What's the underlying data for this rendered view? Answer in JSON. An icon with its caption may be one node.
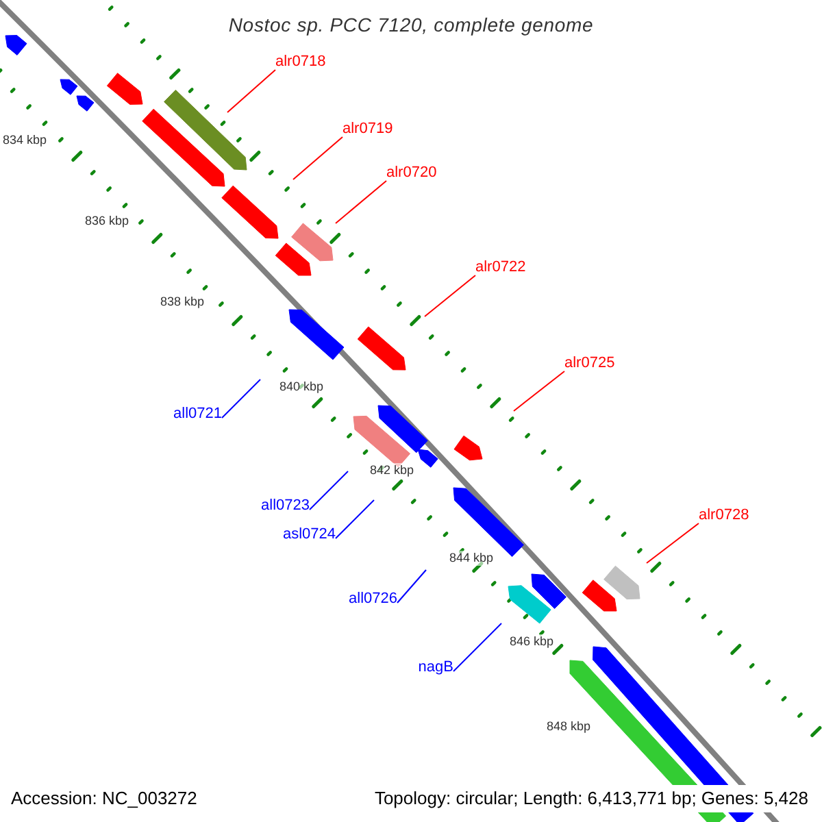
{
  "diagram": {
    "title": "Nostoc sp. PCC 7120, complete genome",
    "nodes": [
      {
        "text": [
          "alr0718"
        ]
      },
      {
        "text": [
          "alr0719"
        ]
      },
      {
        "text": [
          "alr0720"
        ]
      },
      {
        "text": [
          "alr0722"
        ]
      },
      {
        "text": [
          "alr0725"
        ]
      },
      {
        "text": [
          "all0721"
        ]
      },
      {
        "text": [
          "all0723"
        ]
      },
      {
        "text": [
          "alr0728"
        ]
      },
      {
        "text": [
          "asl0724"
        ]
      },
      {
        "text": [
          "all0726"
        ]
      },
      {
        "text": [
          "nagB"
        ]
      }
    ],
    "edges": [
      {
        "from": 0,
        "to": null,
        "arrow": "none"
      },
      {
        "from": 1,
        "to": null,
        "arrow": "none"
      },
      {
        "from": 2,
        "to": null,
        "arrow": "none"
      },
      {
        "from": 3,
        "to": null,
        "arrow": "none"
      },
      {
        "from": 4,
        "to": null,
        "arrow": "none"
      },
      {
        "from": 5,
        "to": null,
        "arrow": "none",
        "color": "#0000ff"
      },
      {
        "from": 6,
        "to": null,
        "arrow": "none",
        "color": "#0000ff"
      },
      {
        "from": 7,
        "to": null,
        "arrow": "none"
      },
      {
        "from": 8,
        "to": null,
        "arrow": "none",
        "color": "#0000ff"
      },
      {
        "from": 9,
        "to": null,
        "arrow": "none",
        "color": "#0000ff"
      },
      {
        "from": 10,
        "to": null,
        "arrow": "none",
        "color": "#0000ff"
      }
    ],
    "labels": [
      "834 kbp",
      "836 kbp",
      "838 kbp",
      "840 kbp",
      "842 kbp",
      "844 kbp",
      "846 kbp",
      "848 kbp",
      "Accession: NC_003272",
      "Topology: circular; Length: 6,413,771 bp; Genes: 5,428"
    ]
  }
}
